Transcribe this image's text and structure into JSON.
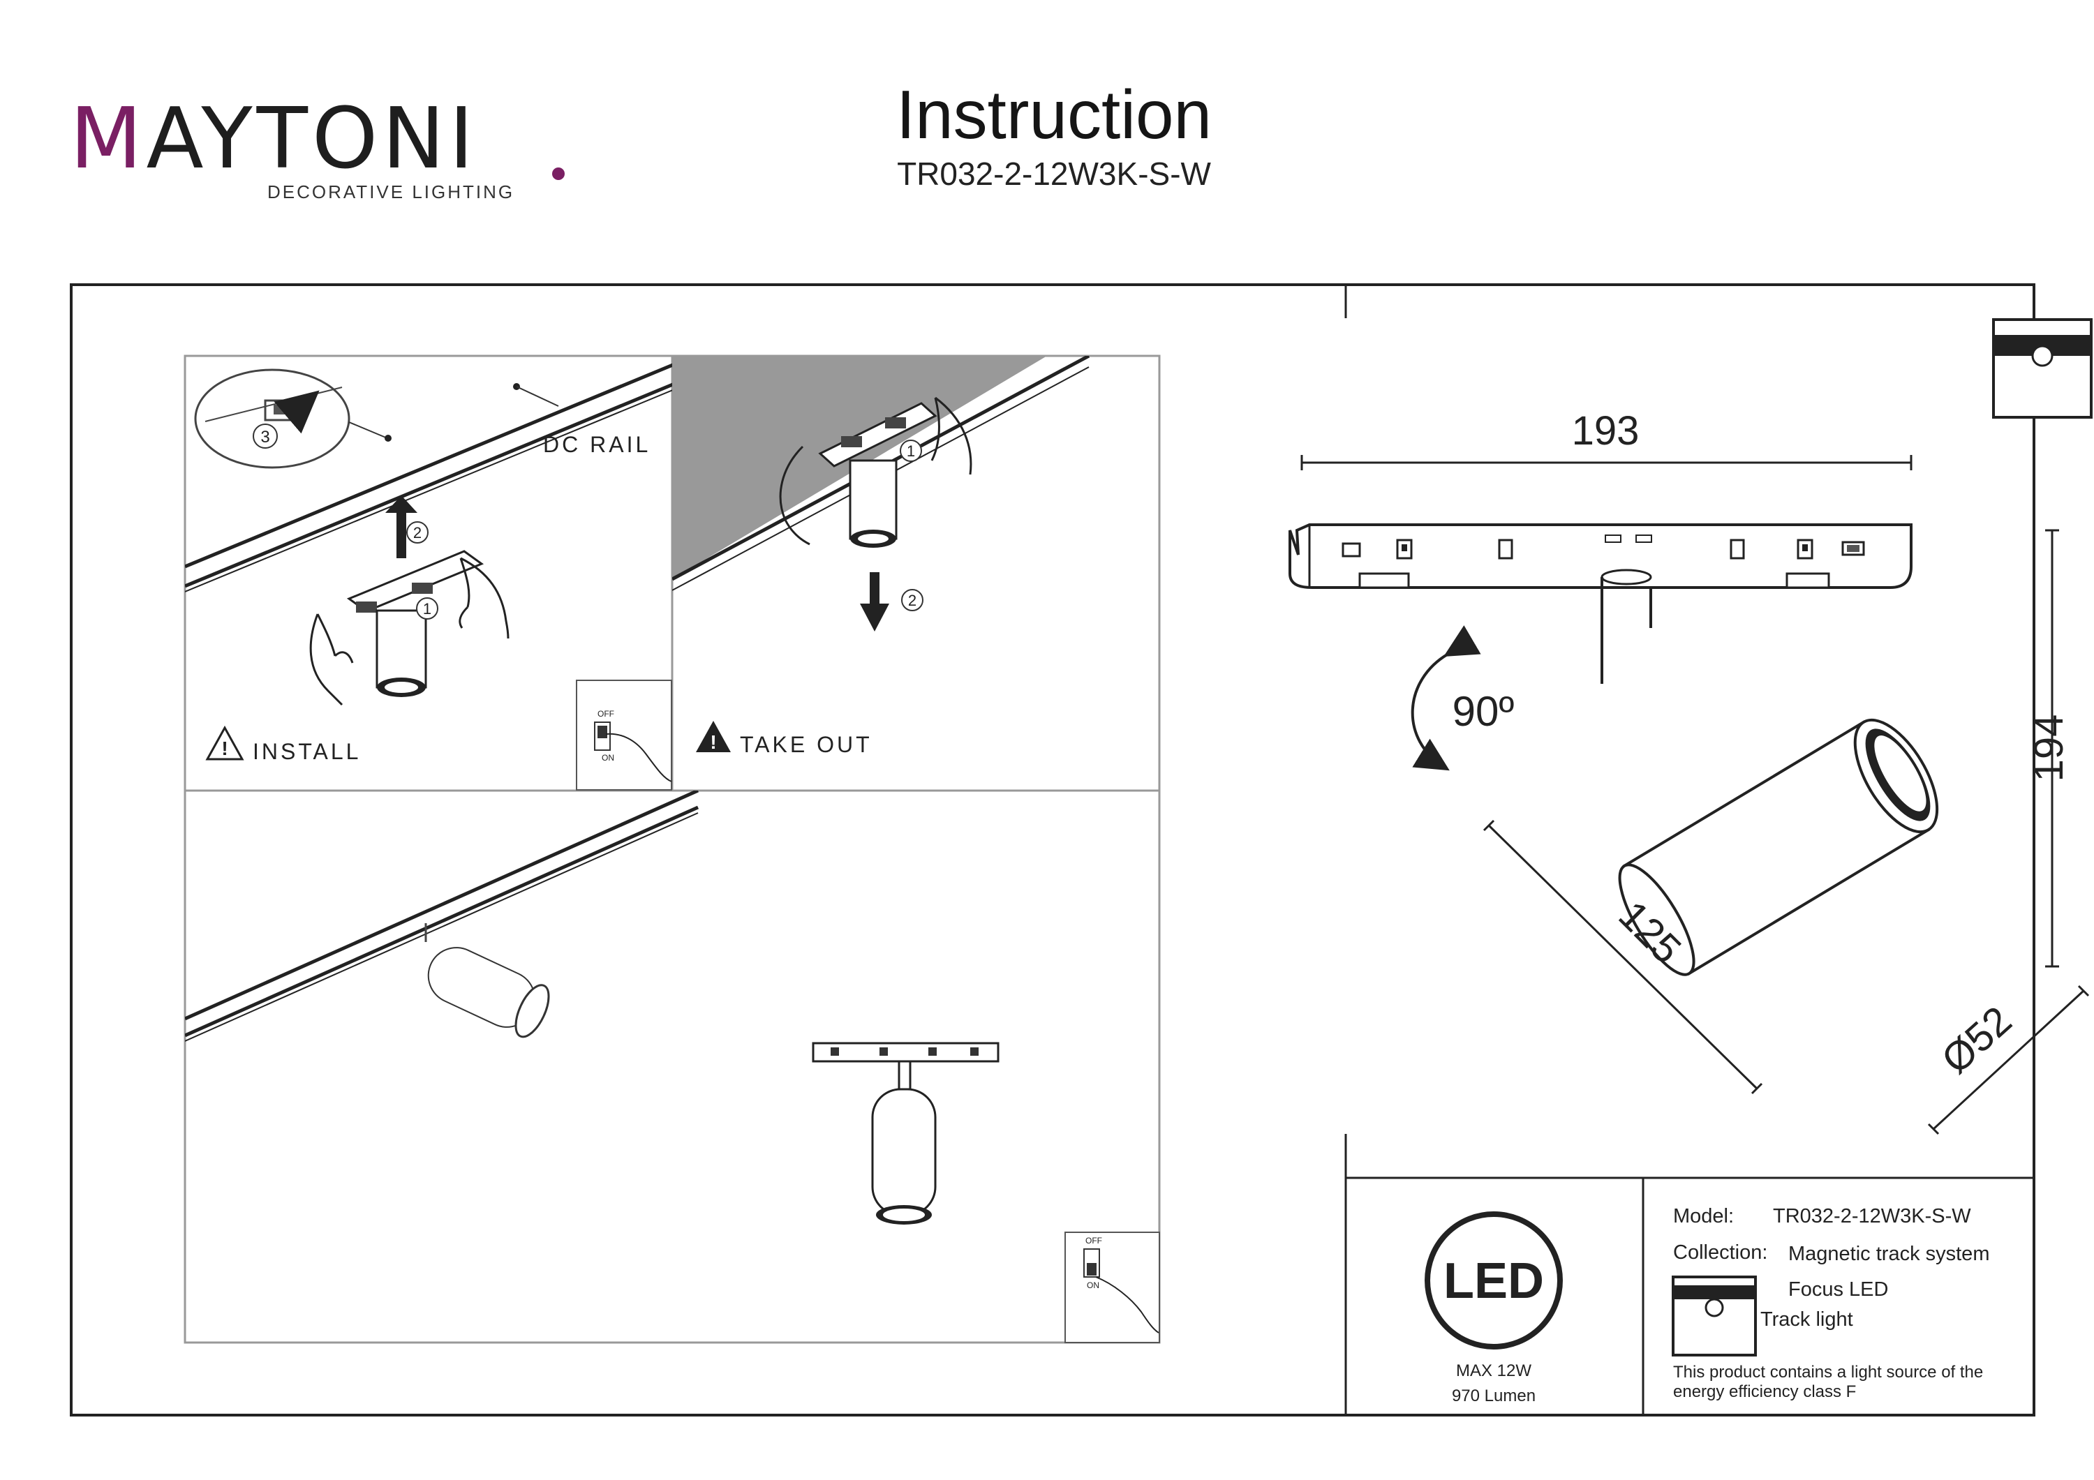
{
  "brand": {
    "name": "MAYTONI",
    "tagline": "DECORATIVE LIGHTING",
    "accent": "#7a1f63"
  },
  "header": {
    "title": "Instruction",
    "model": "TR032-2-12W3K-S-W"
  },
  "install_panel": {
    "rail_label": "DC RAIL",
    "action": "INSTALL",
    "step1": "1",
    "step2": "2",
    "step3": "3"
  },
  "takeout_panel": {
    "action": "TAKE OUT",
    "step1": "1",
    "step2": "2"
  },
  "switch": {
    "off": "OFF",
    "on": "ON"
  },
  "dimensions": {
    "length": "193",
    "height": "194",
    "body": "125",
    "diameter": "Ø52",
    "rotation": "90º"
  },
  "led_badge": {
    "label": "LED",
    "power": "MAX 12W",
    "lumen": "970 Lumen"
  },
  "spec": {
    "model_label": "Model:",
    "model_value": "TR032-2-12W3K-S-W",
    "collection_label": "Collection:",
    "collection_value": "Magnetic track system",
    "collection_sub": "Focus LED",
    "type": "Track light",
    "efficiency": "This product contains a light source of the",
    "efficiency2": "energy efficiency class F"
  }
}
